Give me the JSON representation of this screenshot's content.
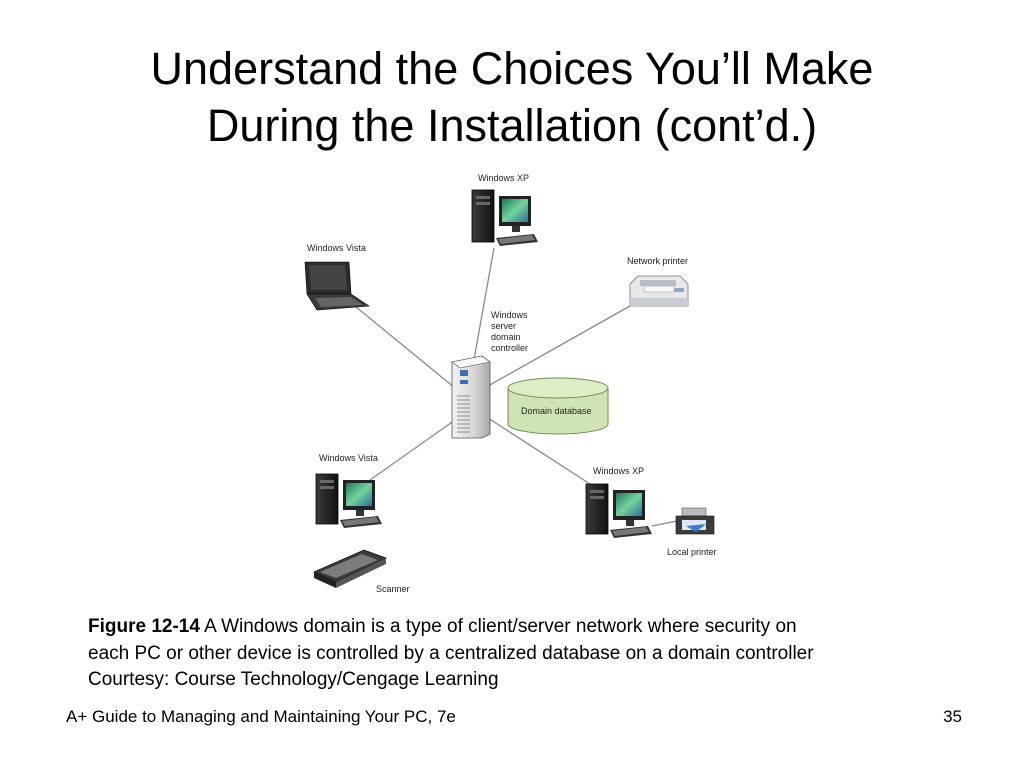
{
  "slide": {
    "title_line1": "Understand the Choices You’ll Make",
    "title_line2": "During the Installation (cont’d.)"
  },
  "diagram": {
    "server_label": [
      "Windows",
      "server",
      "domain",
      "controller"
    ],
    "database_label": "Domain database",
    "nodes": {
      "xp_top": "Windows XP",
      "vista_laptop": "Windows Vista",
      "network_printer": "Network printer",
      "vista_desktop": "Windows Vista",
      "scanner": "Scanner",
      "xp_bottom": "Windows XP",
      "local_printer": "Local printer"
    },
    "icons": [
      "desktop-pc-icon",
      "laptop-icon",
      "network-printer-icon",
      "server-tower-icon",
      "database-cylinder-icon",
      "scanner-icon",
      "inkjet-printer-icon"
    ],
    "colors": {
      "database_fill": "#cfe3b4",
      "screen": "#6dbf8f",
      "link": "#8a8a8a"
    }
  },
  "caption": {
    "figure_number": "Figure 12-14",
    "line1_text": " A Windows domain is a type of client/server network where security on",
    "line2": "each PC or other device is controlled by a centralized database on a domain controller",
    "line3": "Courtesy: Course Technology/Cengage Learning"
  },
  "footer": {
    "book": "A+ Guide to Managing and Maintaining Your PC, 7e",
    "page_number": "35"
  }
}
